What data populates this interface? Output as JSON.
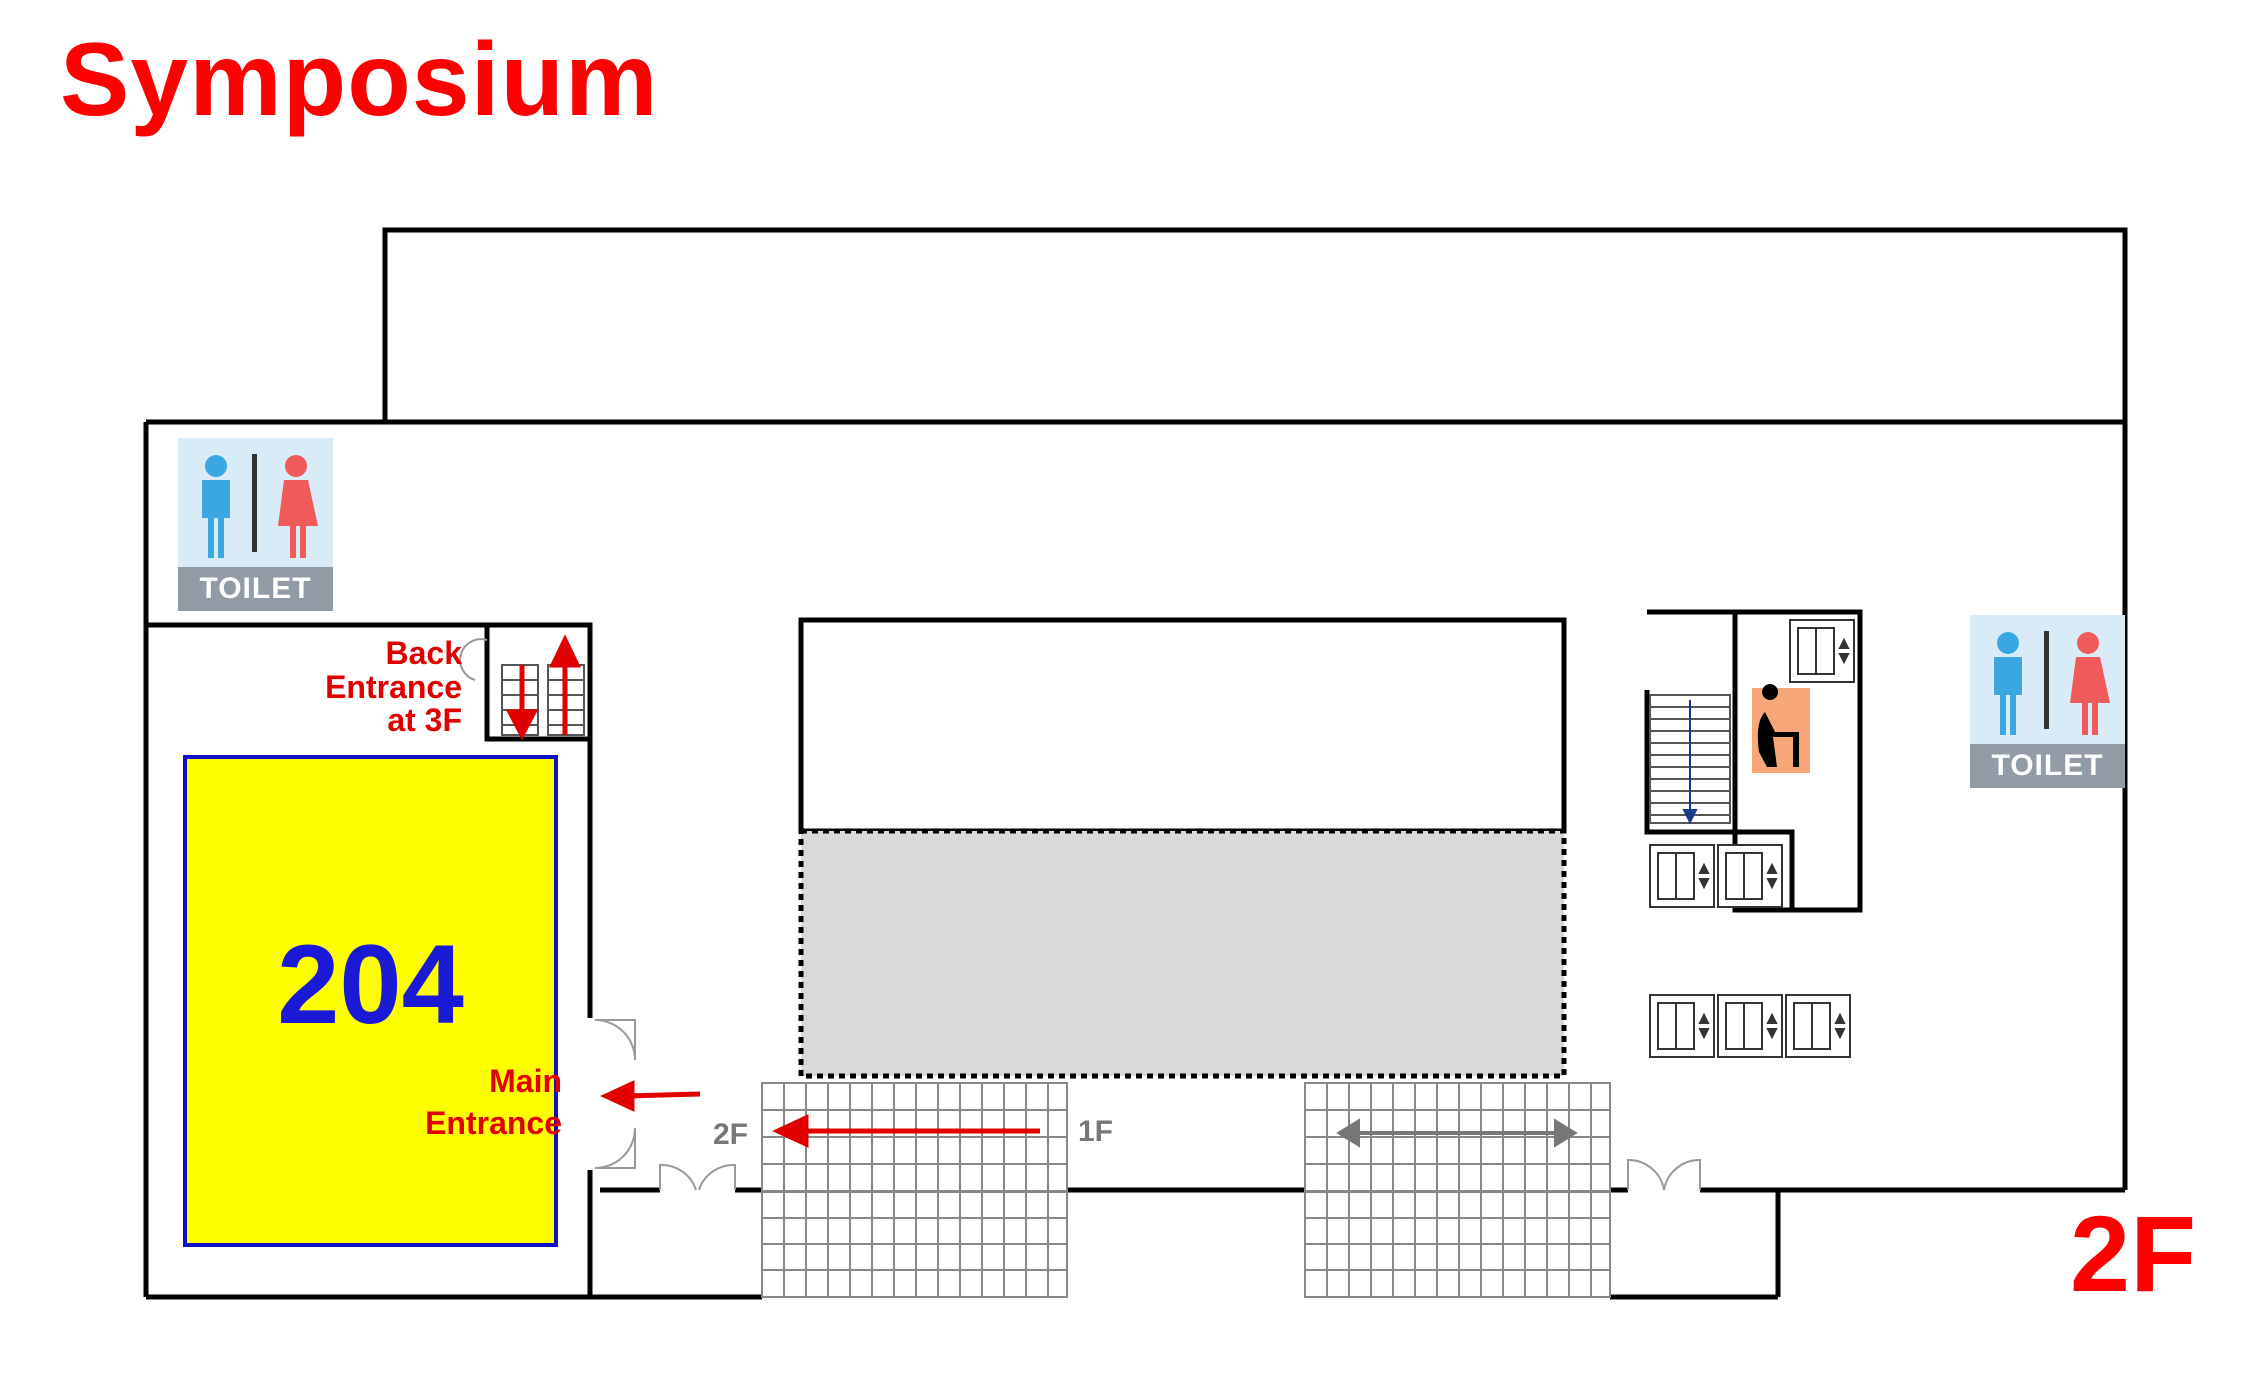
{
  "title": "Symposium",
  "floor_label": "2F",
  "room": {
    "number": "204",
    "fill": "#ffff00",
    "border": "#1010c8"
  },
  "labels": {
    "back_entrance": [
      "Back",
      "Entrance",
      "at 3F"
    ],
    "main_entrance": [
      "Main",
      "Entrance"
    ],
    "stair_2f": "2F",
    "stair_1f": "1F"
  },
  "toilets": [
    {
      "label": "TOILET"
    },
    {
      "label": "TOILET"
    }
  ],
  "colors": {
    "accent": "#ff0000",
    "room_text": "#1a1ad6",
    "restricted_area": "#d9d9d9",
    "toilet_male": "#3aa7e0",
    "toilet_female": "#f05a5a",
    "icon_bg": "#f8a878"
  },
  "icons": [
    "toilet-icon",
    "elevator-icon",
    "stairs-icon",
    "drinking-fountain-icon",
    "arrow-icon"
  ]
}
